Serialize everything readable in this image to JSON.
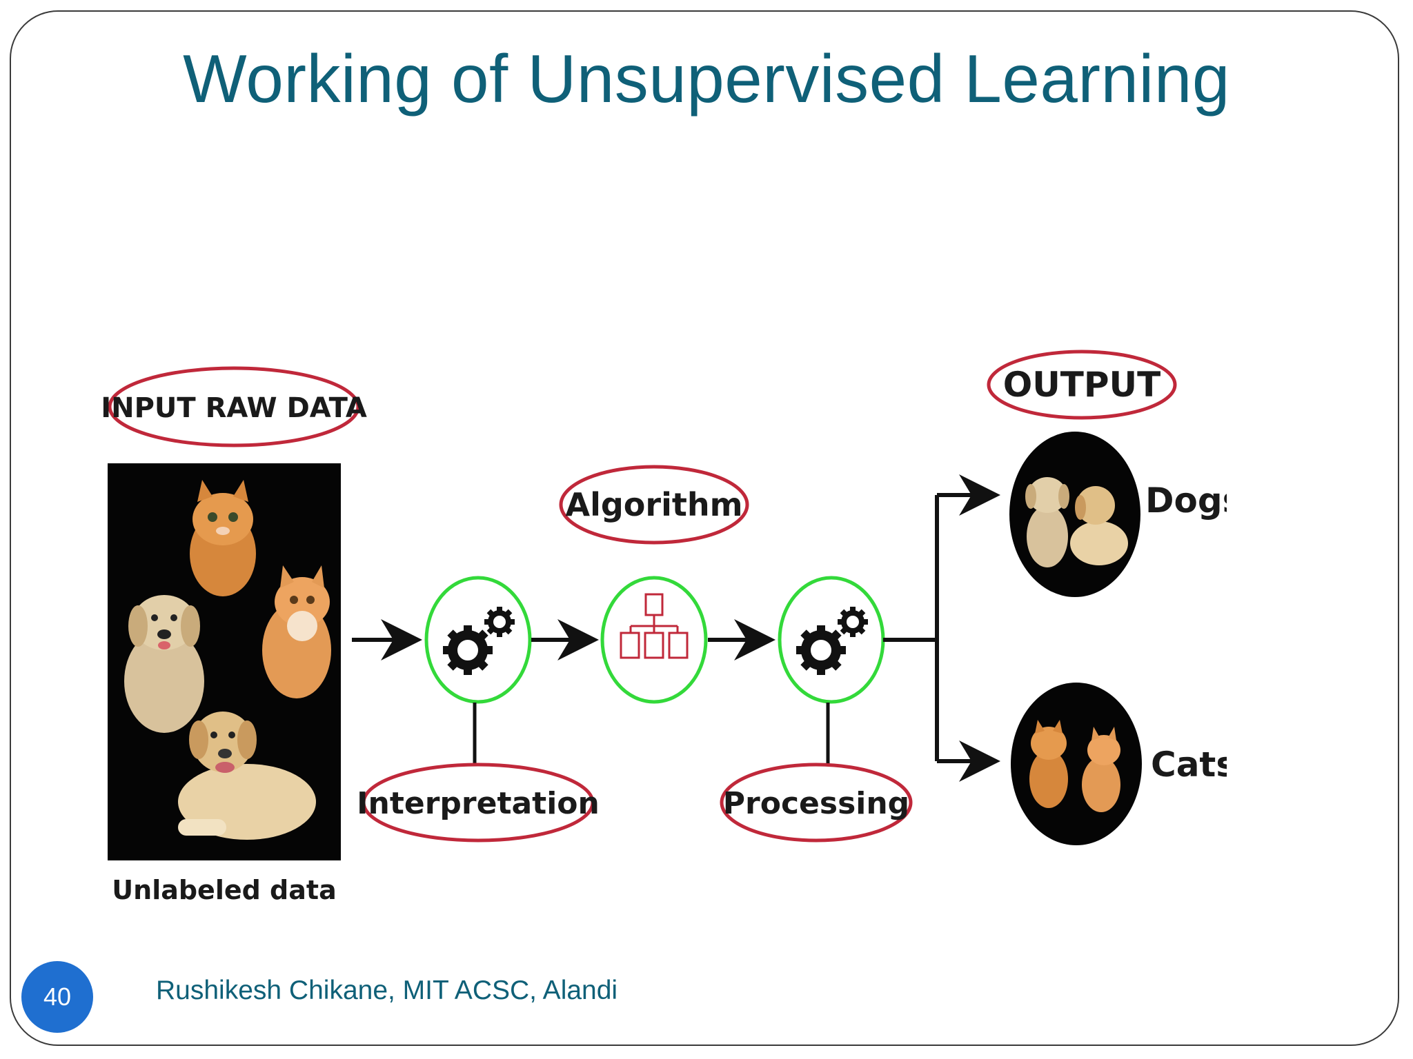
{
  "slide": {
    "title": "Working of Unsupervised Learning",
    "footer": "Rushikesh Chikane, MIT ACSC, Alandi",
    "page_number": "40"
  },
  "diagram": {
    "input_label": "INPUT RAW DATA",
    "input_caption": "Unlabeled data",
    "algorithm_label": "Algorithm",
    "interpretation_label": "Interpretation",
    "processing_label": "Processing",
    "output_label": "OUTPUT",
    "dogs_label": "Dogs",
    "cats_label": "Cats"
  },
  "colors": {
    "title": "#0f6078",
    "ellipse_border": "#c0283a",
    "node_border": "#33d93a",
    "page_badge": "#1f6fd0"
  }
}
